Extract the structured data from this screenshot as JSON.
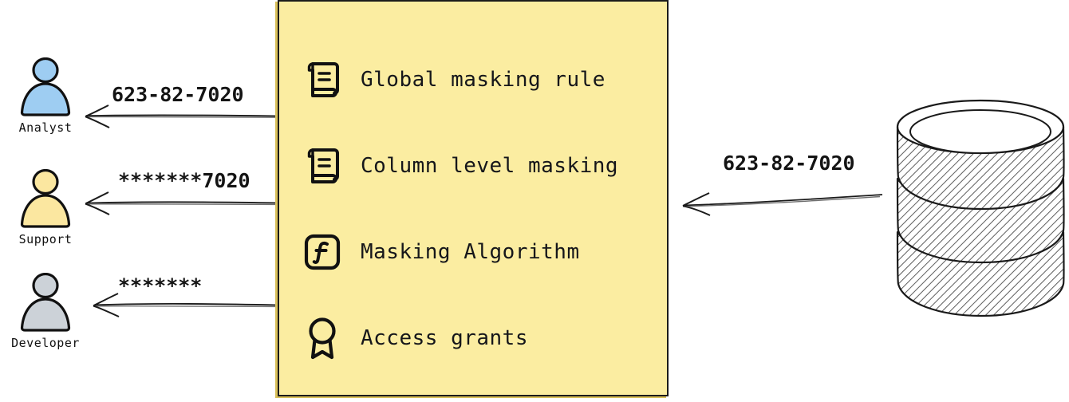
{
  "diagram": {
    "type": "data-masking-flow",
    "background": "#ffffff"
  },
  "actors": [
    {
      "id": "analyst",
      "label": "Analyst",
      "avatar_icon": "person-icon",
      "avatar_color": "#9ecdf2",
      "revealed_value": "623-82-7020",
      "masking_level": "none"
    },
    {
      "id": "support",
      "label": "Support",
      "avatar_icon": "person-icon",
      "avatar_color": "#fbe7a0",
      "revealed_value": "*******7020",
      "masking_level": "partial"
    },
    {
      "id": "developer",
      "label": "Developer",
      "avatar_icon": "person-icon",
      "avatar_color": "#ccd2d8",
      "revealed_value": "*******",
      "masking_level": "full"
    }
  ],
  "policy_box": {
    "fill_color": "#fbeda1",
    "border_color": "#1b1b1b",
    "items": [
      {
        "icon": "scroll-icon",
        "label": "Global masking rule"
      },
      {
        "icon": "scroll-icon",
        "label": "Column level masking"
      },
      {
        "icon": "function-icon",
        "label": "Masking Algorithm"
      },
      {
        "icon": "award-ribbon-icon",
        "label": "Access grants"
      }
    ]
  },
  "database": {
    "icon": "database-cylinder-icon",
    "source_value": "623-82-7020",
    "label": ""
  },
  "arrows": {
    "to_analyst": {
      "label": "623-82-7020",
      "direction": "left"
    },
    "to_support": {
      "label": "*******7020",
      "direction": "left"
    },
    "to_developer": {
      "label": "*******",
      "direction": "left"
    },
    "from_database": {
      "label": "623-82-7020",
      "direction": "left"
    }
  }
}
